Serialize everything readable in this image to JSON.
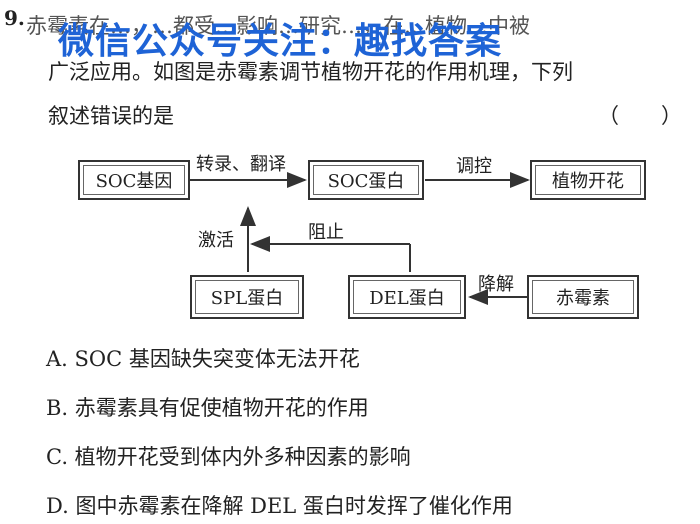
{
  "question": {
    "number": "9.",
    "line1": "赤霉素在…，…都受…影响…研究…，在…植物…中被",
    "line2": "广泛应用。如图是赤霉素调节植物开花的作用机理，下列",
    "line3": "叙述错误的是",
    "paren": "（　　）"
  },
  "watermark": "微信公众号关注：趣找答案",
  "diagram": {
    "boxes": {
      "soc_gene": "SOC基因",
      "soc_protein": "SOC蛋白",
      "flowering": "植物开花",
      "spl_protein": "SPL蛋白",
      "del_protein": "DEL蛋白",
      "gibberellin": "赤霉素"
    },
    "labels": {
      "transcribe_translate": "转录、翻译",
      "regulate": "调控",
      "activate": "激活",
      "block": "阻止",
      "degrade": "降解"
    }
  },
  "options": [
    "A. SOC 基因缺失突变体无法开花",
    "B. 赤霉素具有促使植物开花的作用",
    "C. 植物开花受到体内外多种因素的影响",
    "D. 图中赤霉素在降解 DEL 蛋白时发挥了催化作用"
  ]
}
